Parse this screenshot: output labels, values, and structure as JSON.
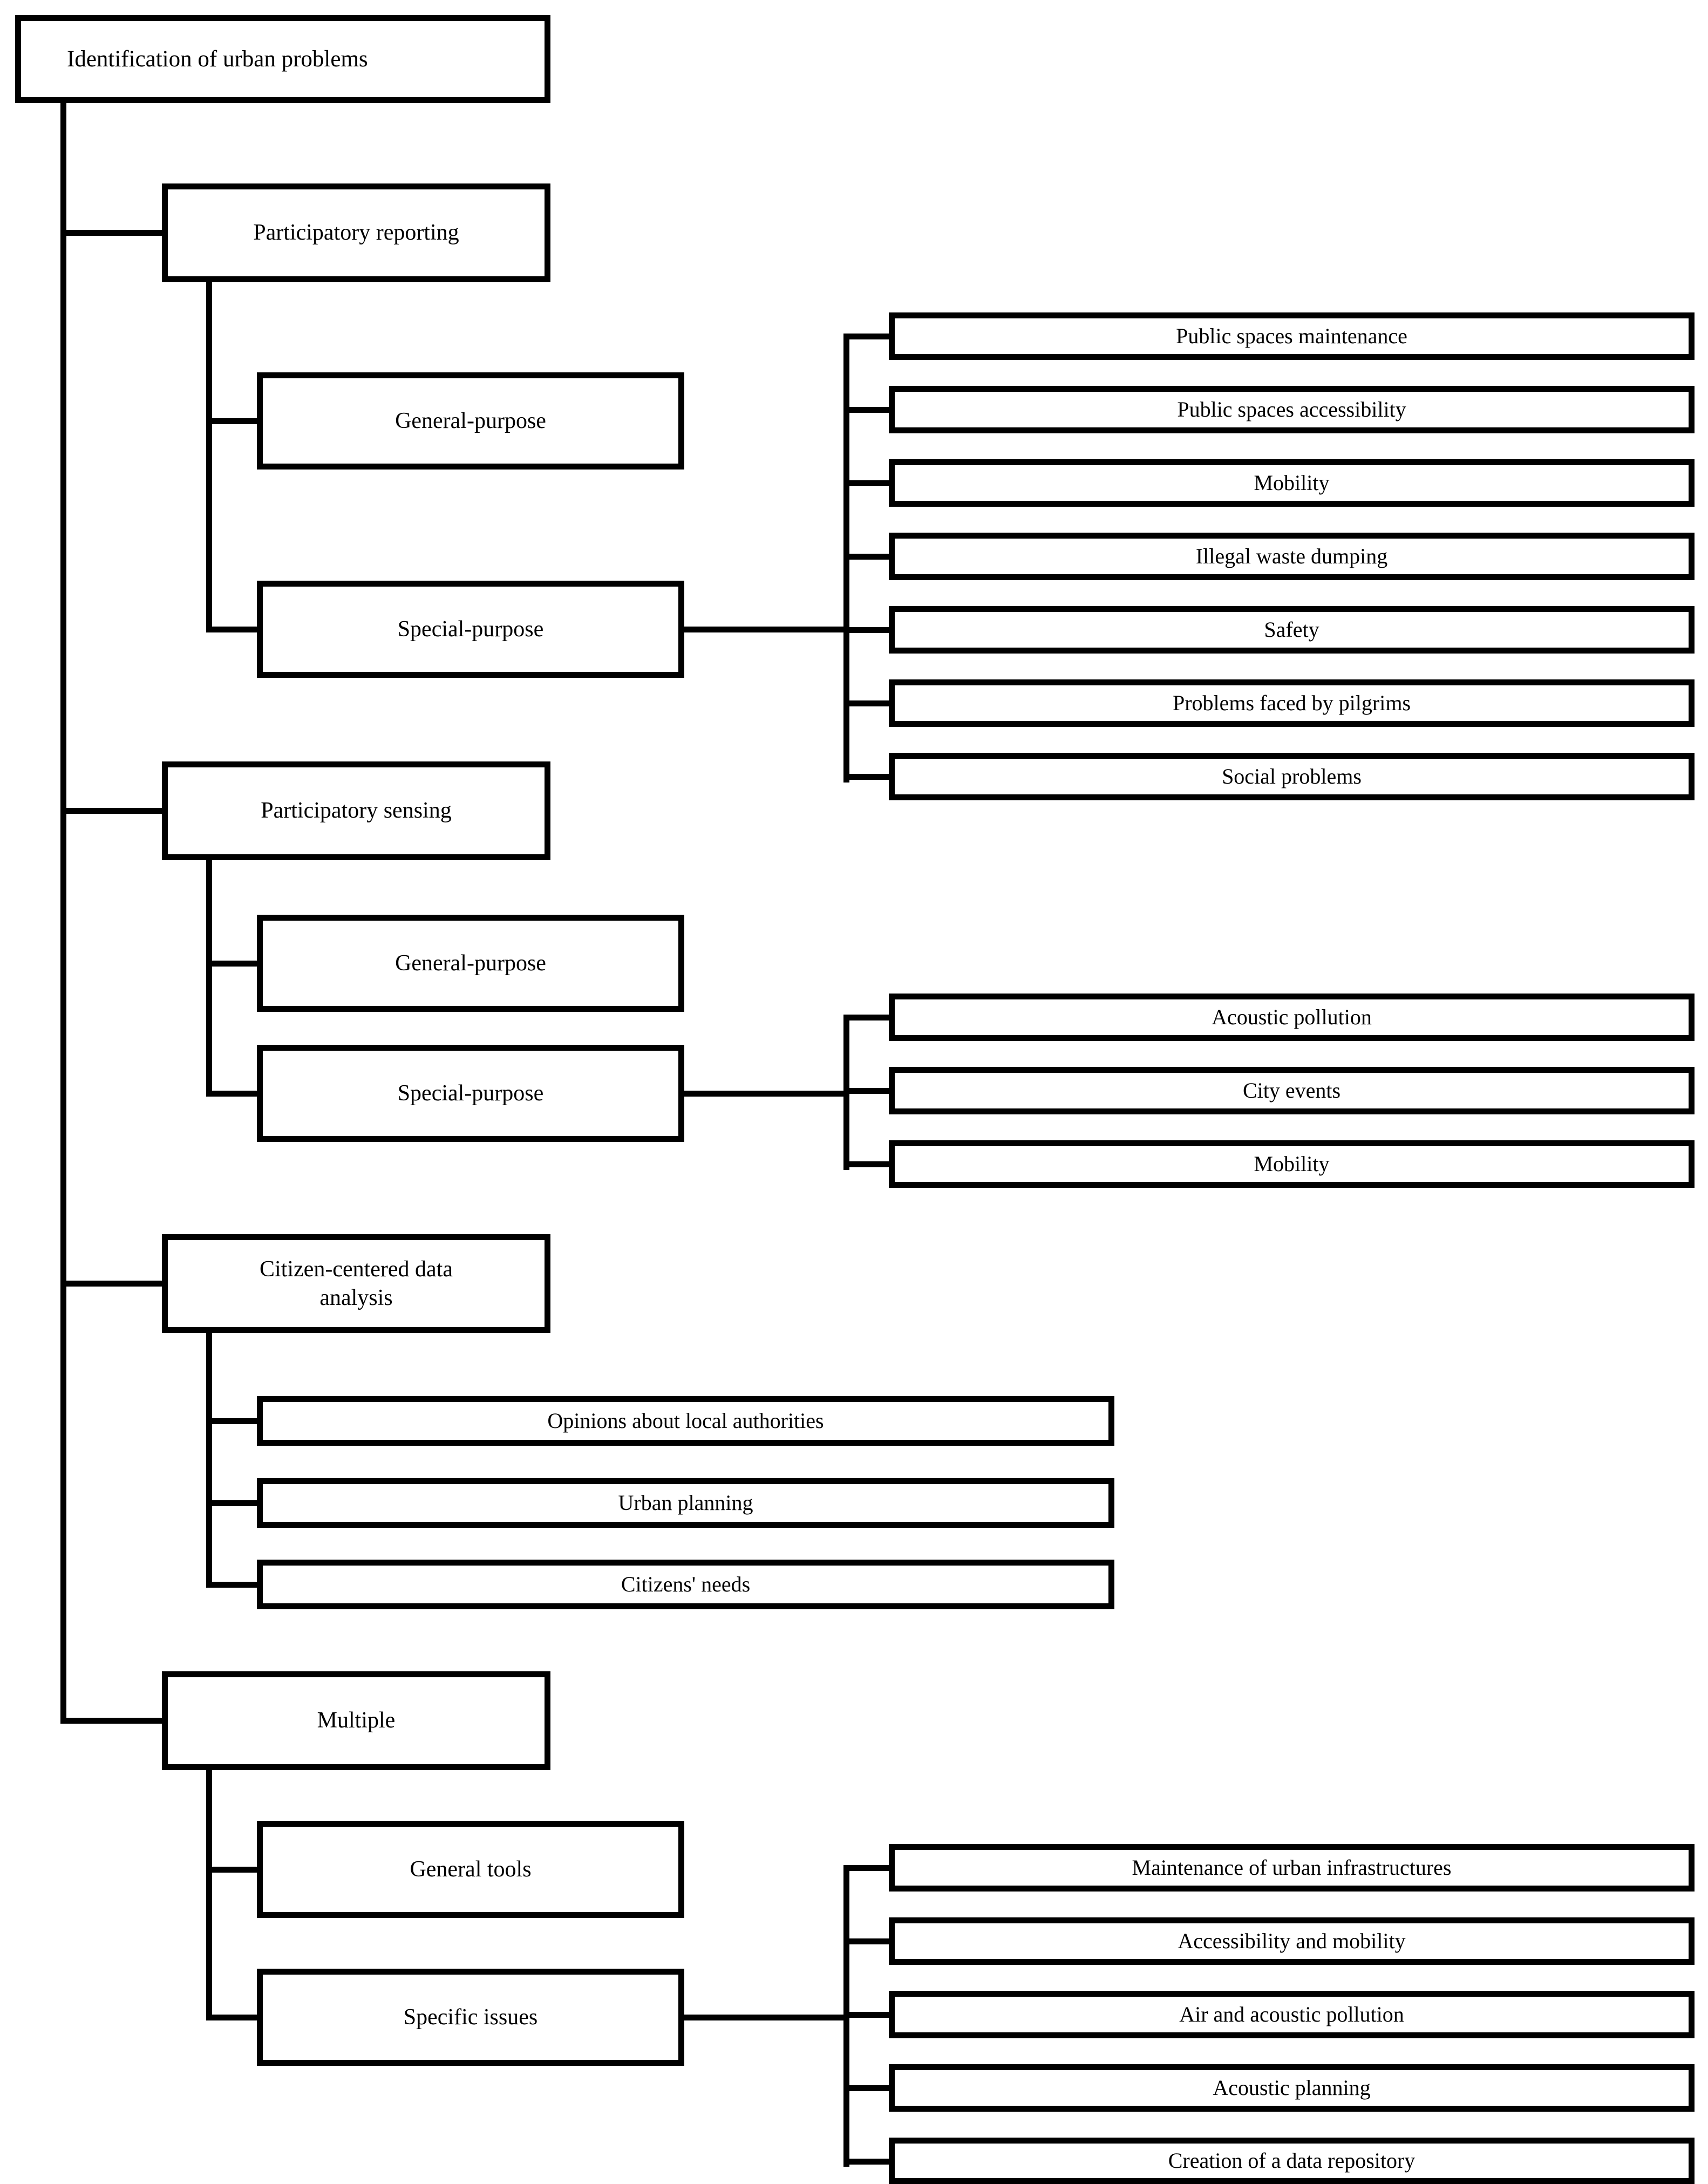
{
  "tree": {
    "root": "Identification of urban problems",
    "branches": [
      {
        "label": "Participatory reporting",
        "children": [
          {
            "label": "General-purpose",
            "leaves": []
          },
          {
            "label": "Special-purpose",
            "leaves": [
              "Public spaces maintenance",
              "Public spaces accessibility",
              "Mobility",
              "Illegal waste dumping",
              "Safety",
              "Problems faced by pilgrims",
              "Social problems"
            ]
          }
        ]
      },
      {
        "label": "Participatory sensing",
        "children": [
          {
            "label": "General-purpose",
            "leaves": []
          },
          {
            "label": "Special-purpose",
            "leaves": [
              "Acoustic pollution",
              "City events",
              "Mobility"
            ]
          }
        ]
      },
      {
        "label": "Citizen-centered data analysis",
        "children": [
          {
            "label": "Opinions about local authorities",
            "leaves": []
          },
          {
            "label": "Urban planning",
            "leaves": []
          },
          {
            "label": "Citizens' needs",
            "leaves": []
          }
        ]
      },
      {
        "label": "Multiple",
        "children": [
          {
            "label": "General tools",
            "leaves": []
          },
          {
            "label": "Specific issues",
            "leaves": [
              "Maintenance of urban infrastructures",
              "Accessibility and mobility",
              "Air and acoustic pollution",
              "Acoustic planning",
              "Creation of a data repository"
            ]
          }
        ]
      }
    ]
  }
}
